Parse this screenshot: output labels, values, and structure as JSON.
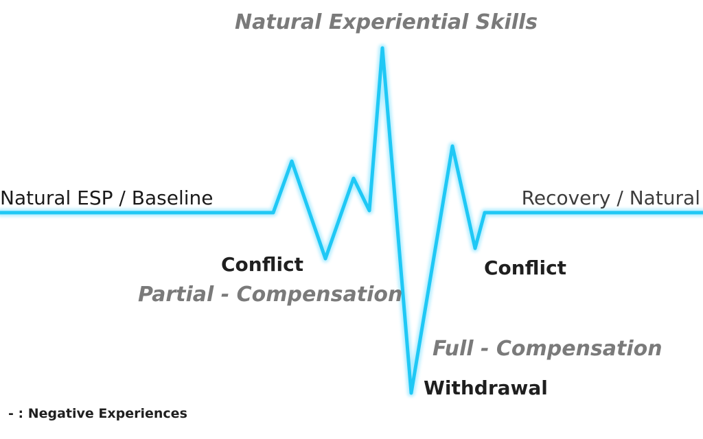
{
  "labels": {
    "baseline": "Natural ESP / Baseline",
    "peak": "Natural Experiential Skills",
    "conflict_left": "Conflict",
    "partial": "Partial - Compensation",
    "conflict_right": "Conflict",
    "full": "Full - Compensation",
    "withdrawal": "Withdrawal",
    "recovery": "Recovery / Natural"
  },
  "legend": "- : Negative Experiences",
  "colors": {
    "line": "#1fc8f5",
    "glow": "#9fe9ff",
    "heading_text": "#7a7a7a",
    "body_text": "#1f1f1f"
  }
}
